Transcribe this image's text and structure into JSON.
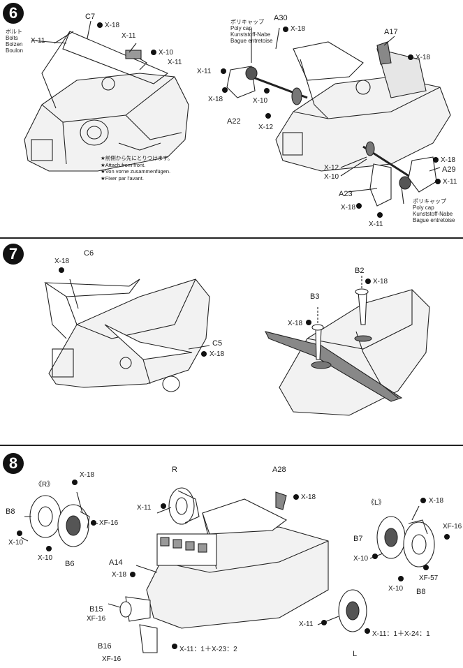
{
  "steps": [
    "6",
    "7",
    "8"
  ],
  "step6": {
    "bolts_label": [
      "ボルト",
      "Bolts",
      "Bolzen",
      "Boulon"
    ],
    "poly_top": [
      "ポリキャップ",
      "Poly cap",
      "Kunststoff-Nabe",
      "Bague entretoise"
    ],
    "poly_bottom": [
      "ポリキャップ",
      "Poly cap",
      "Kunststoff-Nabe",
      "Bague entretoise"
    ],
    "front_note": [
      "★前側から先にとりつけます。",
      "★Attach from front.",
      "★Von vorne zusammenfügen.",
      "★Fixer par l'avant."
    ],
    "parts": {
      "c7": "C7",
      "a30": "A30",
      "a17": "A17",
      "a22": "A22",
      "a29": "A29",
      "a23": "A23"
    },
    "screws": {
      "x18": "X-18",
      "x11": "X-11",
      "x10": "X-10",
      "x12": "X-12"
    }
  },
  "step7": {
    "parts": {
      "c6": "C6",
      "c5": "C5",
      "b2": "B2",
      "b3": "B3"
    },
    "screws": {
      "x18": "X-18"
    }
  },
  "step8": {
    "side_r": "《R》",
    "side_l": "《L》",
    "parts": {
      "b8": "B8",
      "b6": "B6",
      "r": "R",
      "a28": "A28",
      "a14": "A14",
      "b15": "B15",
      "b16": "B16",
      "b7": "B7",
      "b8l": "B8",
      "l": "L"
    },
    "screws": {
      "x18": "X-18",
      "xf16": "XF-16",
      "x10": "X-10",
      "x11": "X-11",
      "xf57": "XF-57"
    },
    "combos": {
      "b16": "X-11：1＋X-23：2",
      "l": "X-11：1＋X-24：1"
    }
  }
}
